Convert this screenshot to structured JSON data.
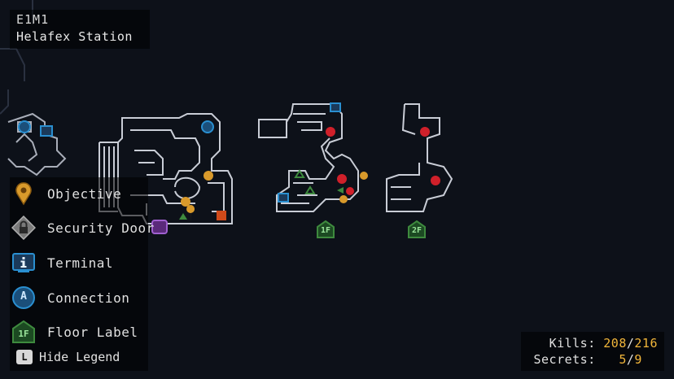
{
  "level": {
    "id": "E1M1",
    "name": "Helafex Station"
  },
  "legend": {
    "items": [
      {
        "key": "objective",
        "label": "Objective",
        "icon": "objective-pin-icon"
      },
      {
        "key": "security",
        "label": "Security Door",
        "icon": "security-lock-icon"
      },
      {
        "key": "terminal",
        "label": "Terminal",
        "icon": "terminal-icon"
      },
      {
        "key": "connection",
        "label": "Connection",
        "icon": "connection-icon"
      },
      {
        "key": "floor",
        "label": "Floor Label",
        "icon": "floor-label-icon"
      }
    ],
    "hide_key": "L",
    "hide_label": "Hide Legend"
  },
  "map": {
    "connection_letter": "A",
    "floor_labels": [
      "1F",
      "2F"
    ]
  },
  "stats": {
    "kills_label": "Kills:",
    "kills_value": "208",
    "kills_total": "216",
    "secrets_label": "Secrets:",
    "secrets_value": "5",
    "secrets_total": "9",
    "separator": "/"
  },
  "colors": {
    "background": "#0d1119",
    "wall": "#c9cdd6",
    "objective": "#d99a2b",
    "enemy": "#d0202a",
    "terminal": "#2a8fd0",
    "floor": "#3e8a3e",
    "stat_value": "#f2b63a"
  }
}
